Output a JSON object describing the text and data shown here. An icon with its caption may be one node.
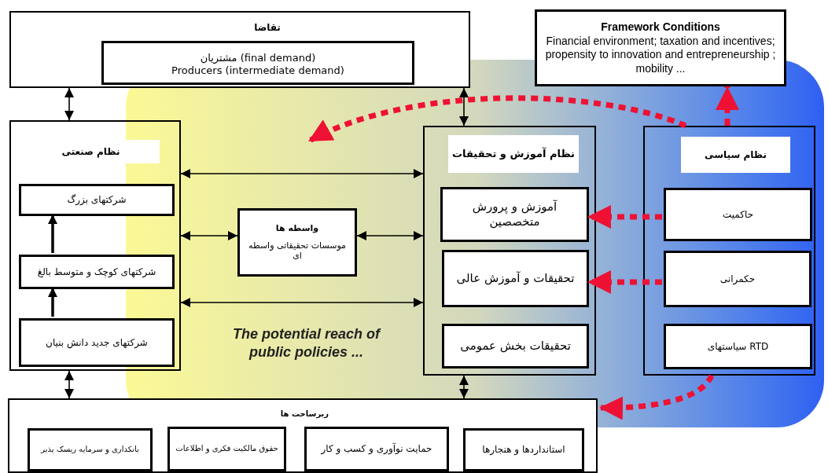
{
  "diagram": {
    "nodes": [
      {
        "text": [
          "تقاضا"
        ]
      },
      {
        "text": [
          "مشتریان (final demand)",
          "Producers (intermediate demand)"
        ],
        "in": 0
      },
      {
        "text": [
          "Framework Conditions",
          "Financial environment; taxation and incentives; propensity to innovation and entrepreneurship ; mobility ..."
        ]
      },
      {
        "text": [
          "نظام صنعتی"
        ]
      },
      {
        "text": [
          "شرکتهای بزرگ"
        ],
        "in": 3
      },
      {
        "text": [
          "شرکتهای کوچک و متوسط بالغ"
        ],
        "in": 3
      },
      {
        "text": [
          "شرکتهای جدید دانش بنیان"
        ],
        "in": 3
      },
      {
        "text": [
          "واسطه ها",
          "موسسات تحقیقاتی واسطه ای"
        ]
      },
      {
        "text": [
          "نظام آموزش و تحقیقات"
        ]
      },
      {
        "text": [
          "آموزش و پرورش متخصصین"
        ],
        "in": 8
      },
      {
        "text": [
          "تحقیقات و آموزش عالی"
        ],
        "in": 8
      },
      {
        "text": [
          "تحقیقات بخش عمومی"
        ],
        "in": 8
      },
      {
        "text": [
          "نظام سیاسی"
        ]
      },
      {
        "text": [
          "حاکمیت"
        ],
        "in": 12
      },
      {
        "text": [
          "حکمرانی"
        ],
        "in": 12
      },
      {
        "text": [
          "سیاستهای RTD"
        ],
        "in": 12
      },
      {
        "text": [
          "زیرساخت ها"
        ]
      },
      {
        "text": [
          "بانکداری و سرمایه ریسک پذیر"
        ],
        "in": 16
      },
      {
        "text": [
          "حقوق مالکیت فکری و اطلاعات"
        ],
        "in": 16
      },
      {
        "text": [
          "حمایت نوآوری و کسب و کار"
        ],
        "in": 16
      },
      {
        "text": [
          "استانداردها و هنجارها"
        ],
        "in": 16
      }
    ],
    "edges": [
      {
        "from": 0,
        "to": 3,
        "arrow": "both"
      },
      {
        "from": 0,
        "to": 8,
        "arrow": "both"
      },
      {
        "from": 3,
        "to": 16,
        "arrow": "both"
      },
      {
        "from": 8,
        "to": 16,
        "arrow": "both"
      },
      {
        "from": 6,
        "to": 5,
        "arrow": "to",
        "style": "thick"
      },
      {
        "from": 5,
        "to": 4,
        "arrow": "to",
        "style": "thick"
      },
      {
        "from": 3,
        "to": 7,
        "arrow": "both"
      },
      {
        "from": 7,
        "to": 8,
        "arrow": "both"
      },
      {
        "from": 3,
        "to": 8,
        "arrow": "both"
      },
      {
        "from": 3,
        "to": 8,
        "arrow": "both"
      },
      {
        "from": 13,
        "to": 9,
        "arrow": "to",
        "style": "dashed",
        "color": "#ee1133"
      },
      {
        "from": 14,
        "to": 10,
        "arrow": "to",
        "style": "dashed",
        "color": "#ee1133"
      },
      {
        "from": 12,
        "to": 2,
        "arrow": "to",
        "style": "dashed",
        "color": "#ee1133"
      },
      {
        "from": 12,
        "to": null,
        "arrow": "to",
        "style": "dashed",
        "color": "#ee1133"
      },
      {
        "from": 12,
        "to": 16,
        "arrow": "to",
        "style": "dashed",
        "color": "#ee1133"
      }
    ],
    "labels": [
      "The potential reach of public policies ..."
    ]
  }
}
